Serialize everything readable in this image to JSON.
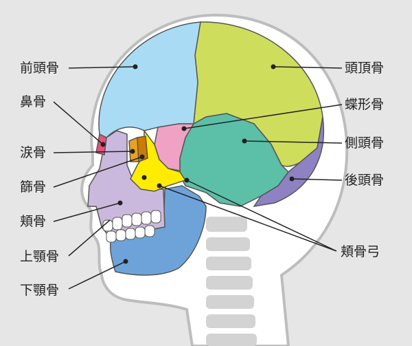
{
  "labels": {
    "frontal": "前頭骨",
    "nasal": "鼻骨",
    "lacrimal": "涙骨",
    "ethmoid": "篩骨",
    "zygomatic": "頬骨",
    "maxilla": "上顎骨",
    "mandible": "下顎骨",
    "parietal": "頭頂骨",
    "sphenoid": "蝶形骨",
    "temporal": "側頭骨",
    "occipital": "後頭骨",
    "zygomatic_arch": "頬骨弓"
  },
  "colors": {
    "background": "#e6e6e6",
    "frontal": "#a9dcf4",
    "parietal": "#cfdd5c",
    "temporal": "#5cbfa8",
    "occipital": "#8e82c2",
    "sphenoid": "#f0a2c4",
    "zygomatic": "#ffec00",
    "maxilla": "#cbb9dd",
    "mandible": "#6ea3da",
    "nasal": "#e8507c",
    "lacrimal": "#e9a21c",
    "ethmoid": "#cf7a00",
    "spine": "#cfcfcf"
  }
}
